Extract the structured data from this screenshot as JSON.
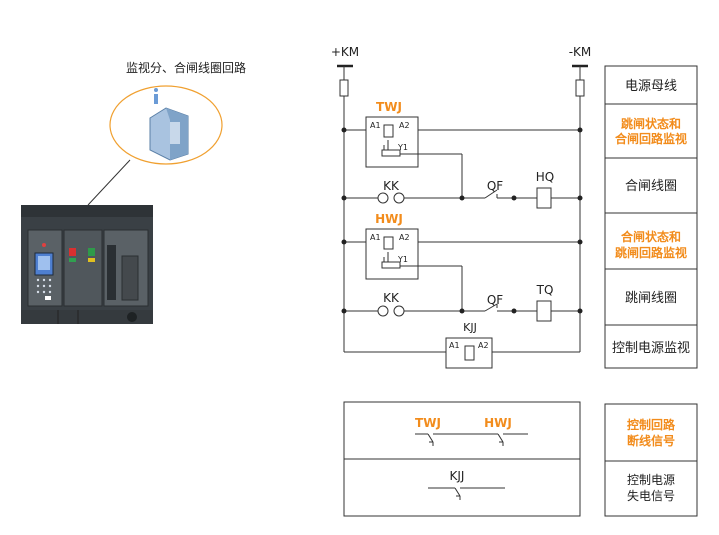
{
  "callout": {
    "caption": "监视分、合闸线圈回路"
  },
  "power": {
    "plus": "+KM",
    "minus": "-KM"
  },
  "relays": {
    "twj": "TWJ",
    "hwj": "HWJ",
    "kjj": "KJJ",
    "a1": "A1",
    "a2": "A2",
    "y1": "Y1"
  },
  "contacts": {
    "kk": "KK",
    "qf": "QF"
  },
  "coils": {
    "hq": "HQ",
    "tq": "TQ"
  },
  "side_labels": [
    {
      "text": "电源母线",
      "highlight": false
    },
    {
      "text": "跳闸状态和",
      "text2": "合闸回路监视",
      "highlight": true
    },
    {
      "text": "合闸线圈",
      "highlight": false
    },
    {
      "text": "合闸状态和",
      "text2": "跳闸回路监视",
      "highlight": true
    },
    {
      "text": "跳闸线圈",
      "highlight": false
    },
    {
      "text": "控制电源监视",
      "highlight": false
    }
  ],
  "signal_labels": [
    {
      "text": "控制回路",
      "text2": "断线信号",
      "highlight": true
    },
    {
      "text": "控制电源",
      "text2": "失电信号",
      "highlight": false
    }
  ],
  "colors": {
    "accent": "#f28c1c",
    "breaker_body": "#3c4347",
    "callout_border": "#f0a030",
    "module_blue": "#4e7fd0"
  }
}
